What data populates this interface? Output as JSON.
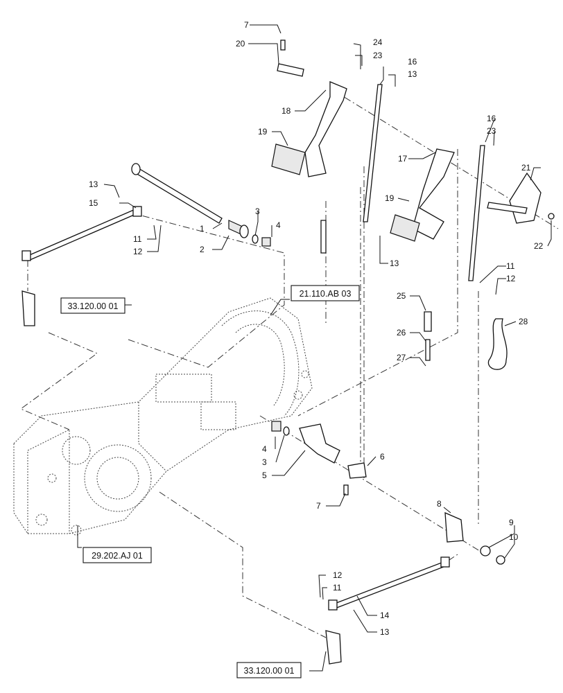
{
  "references": {
    "ref_top_left": "33.120.00 01",
    "ref_center": "21.110.AB 03",
    "ref_bottom_left": "29.202.AJ 01",
    "ref_bottom": "33.120.00 01"
  },
  "callouts": {
    "c1": "1",
    "c2": "2",
    "c3a": "3",
    "c4a": "4",
    "c3b": "3",
    "c4b": "4",
    "c5": "5",
    "c6": "6",
    "c7a": "7",
    "c7b": "7",
    "c8": "8",
    "c9": "9",
    "c10": "10",
    "c11a": "11",
    "c12a": "12",
    "c11b": "11",
    "c12b": "12",
    "c11c": "11",
    "c12c": "12",
    "c13a": "13",
    "c13b": "13",
    "c13c": "13",
    "c13d": "13",
    "c14": "14",
    "c15": "15",
    "c16a": "16",
    "c16b": "16",
    "c17": "17",
    "c18": "18",
    "c19a": "19",
    "c19b": "19",
    "c20": "20",
    "c21": "21",
    "c22": "22",
    "c23a": "23",
    "c23b": "23",
    "c24": "24",
    "c25": "25",
    "c26": "26",
    "c27": "27",
    "c28": "28"
  }
}
